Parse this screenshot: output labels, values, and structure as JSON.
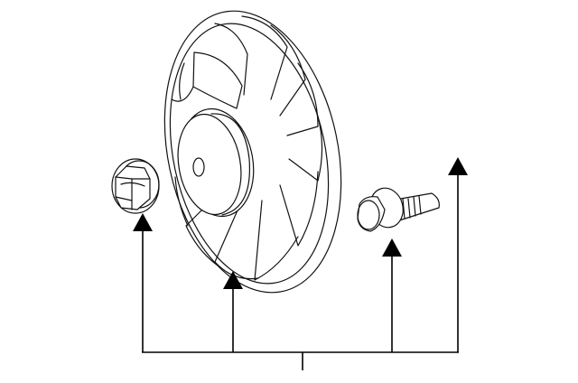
{
  "diagram": {
    "parts": [
      {
        "id": "flange-nut",
        "icon": "hex-flange-nut-icon"
      },
      {
        "id": "fan-blade",
        "icon": "cooling-fan-blade-icon"
      },
      {
        "id": "flange-bolt",
        "icon": "flange-bolt-icon"
      },
      {
        "id": "fan-assembly-callout",
        "icon": "arrow-icon"
      }
    ],
    "colors": {
      "line": "#111111",
      "arrow": "#000000",
      "background": "#ffffff"
    }
  }
}
